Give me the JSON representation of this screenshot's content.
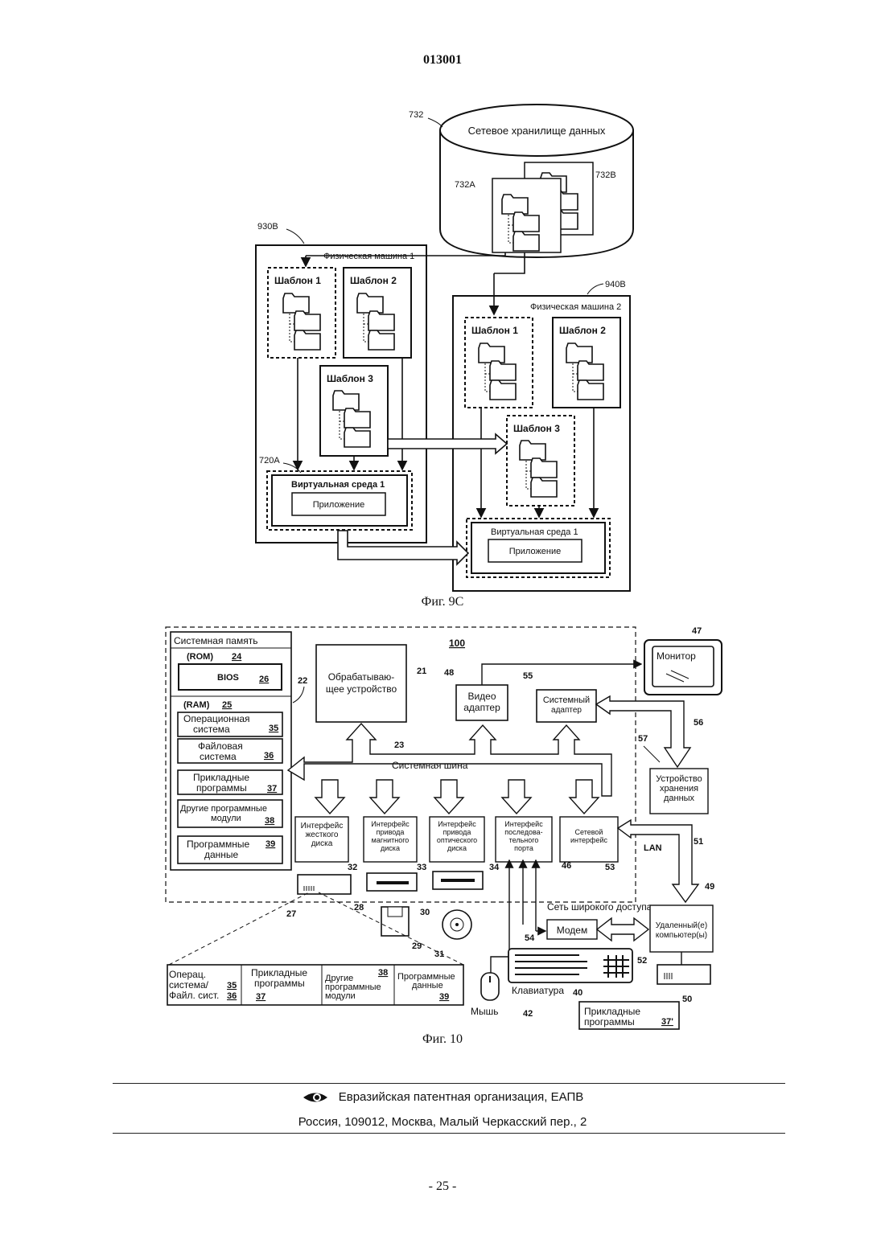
{
  "header": {
    "doc_number": "013001"
  },
  "fig9c": {
    "caption": "Фиг. 9С",
    "storage": {
      "label": "Сетевое хранилище данных",
      "ref": "732",
      "ref_a": "732А",
      "ref_b": "732В"
    },
    "machine1": {
      "label": "Физическая машина 1",
      "ref": "930В",
      "template1": "Шаблон 1",
      "template2": "Шаблон 2",
      "template3": "Шаблон 3",
      "env_ref": "720А",
      "env": "Виртуальная среда  1",
      "app": "Приложение"
    },
    "machine2": {
      "label": "Физическая машина 2",
      "ref": "940В",
      "template1": "Шаблон 1",
      "template2": "Шаблон 2",
      "template3": "Шаблон 3",
      "env": "Виртуальная среда  1",
      "app": "Приложение"
    }
  },
  "fig10": {
    "caption": "Фиг. 10",
    "computer_ref": "100",
    "memory": {
      "title": "Системная память",
      "ref": "22",
      "rom": "(ROM)",
      "rom_ref": "24",
      "bios": "BIOS",
      "bios_ref": "26",
      "ram": "(RAM)",
      "ram_ref": "25",
      "os_1": "Операционная",
      "os_2": "система",
      "os_ref": "35",
      "fs_1": "Файловая",
      "fs_2": "система",
      "fs_ref": "36",
      "apps_1": "Прикладные",
      "apps_2": "программы",
      "apps_ref": "37",
      "mods_1": "Другие программные",
      "mods_2": "модули",
      "mods_ref": "38",
      "data_1": "Программные",
      "data_2": "данные",
      "data_ref": "39"
    },
    "cpu": {
      "line1": "Обрабатываю-",
      "line2": "щее устройство",
      "ref": "21"
    },
    "video": {
      "line1": "Видео",
      "line2": "адаптер",
      "ref": "48"
    },
    "sysadapter": {
      "line1": "Системный",
      "line2": "адаптер",
      "ref": "55"
    },
    "monitor": {
      "label": "Монитор",
      "ref": "47"
    },
    "bus": {
      "label": "Системная шина",
      "ref": "23"
    },
    "storage": {
      "line1": "Устройство",
      "line2": "хранения",
      "line3": "данных",
      "ref_a": "56",
      "ref_b": "57"
    },
    "interfaces": [
      {
        "lines": [
          "Интерфейс",
          "жесткого",
          "диска"
        ],
        "ref": "32"
      },
      {
        "lines": [
          "Интерфейс",
          "привода",
          "магнитного",
          "диска"
        ],
        "ref": "33"
      },
      {
        "lines": [
          "Интерфейс",
          "привода",
          "оптического",
          "диска"
        ],
        "ref": "34"
      },
      {
        "lines": [
          "Интерфейс",
          "последова-",
          "тельного",
          "порта"
        ],
        "ref": "46"
      },
      {
        "lines": [
          "Сетевой",
          "интерфейс"
        ],
        "ref": "53"
      }
    ],
    "lan": "LAN",
    "lan_ref": "51",
    "wan": "Сеть широкого доступа",
    "remote": {
      "line1": "Удаленный(е)",
      "line2": "компьютер(ы)",
      "ref": "49",
      "link_ref": "52"
    },
    "modem": {
      "label": "Модем",
      "ref": "54"
    },
    "keyboard": {
      "label": "Клавиатура",
      "ref": "40"
    },
    "mouse": {
      "label": "Мышь",
      "ref": "42"
    },
    "hdd_ref": "27",
    "floppy_ref": "28",
    "disk_ref": "29",
    "cd_drive_ref": "30",
    "cd_ref": "31",
    "remote_drive_ref": "50",
    "remote_apps": {
      "line1": "Прикладные",
      "line2": "программы",
      "ref": "37'"
    },
    "disk_table": [
      {
        "l1": "Операц.",
        "l2": "система/",
        "l3": "Файл. сист.",
        "r1": "35",
        "r2": "36"
      },
      {
        "l1": "Прикладные",
        "l2": "программы",
        "r1": "37"
      },
      {
        "l1": "Другие",
        "l2": "программные",
        "l3": "модули",
        "r1": "38"
      },
      {
        "l1": "Программные",
        "l2": "данные",
        "r1": "39"
      }
    ]
  },
  "footer": {
    "org": "Евразийская патентная организация, ЕАПВ",
    "address": "Россия, 109012, Москва, Малый Черкасский пер., 2",
    "page": "- 25 -"
  }
}
